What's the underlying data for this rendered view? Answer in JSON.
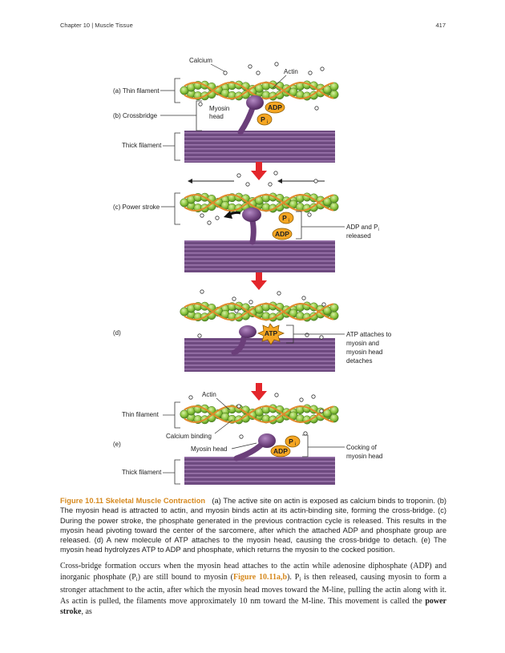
{
  "header": {
    "chapter": "Chapter 10 | Muscle Tissue",
    "page_number": "417"
  },
  "figure": {
    "panel_a_b": {
      "calcium": "Calcium",
      "actin": "Actin",
      "thin_filament": "(a) Thin filament",
      "crossbridge": "(b) Crossbridge",
      "myosin_head_line1": "Myosin",
      "myosin_head_line2": "head",
      "thick_filament": "Thick filament",
      "adp": "ADP",
      "pi": "P",
      "pi_sub": "i"
    },
    "panel_c": {
      "label": "(c) Power stroke",
      "pi": "P",
      "pi_sub": "i",
      "adp": "ADP",
      "released_line1": "ADP and P",
      "released_sub": "i",
      "released_line2": "released"
    },
    "panel_d": {
      "label": "(d)",
      "atp": "ATP",
      "note_lines": [
        "ATP attaches to",
        "myosin and",
        "myosin head",
        "detaches"
      ]
    },
    "panel_e": {
      "label": "(e)",
      "actin": "Actin",
      "thin_filament": "Thin filament",
      "calcium_binding": "Calcium binding",
      "myosin_head": "Myosin head",
      "thick_filament": "Thick filament",
      "pi": "P",
      "pi_sub": "i",
      "adp": "ADP",
      "note_lines": [
        "Cocking of",
        "myosin head"
      ]
    },
    "colors": {
      "actin": "#8dc63f",
      "tropomyosin": "#e08a2c",
      "myosin": "#6b3f7a",
      "arrow": "#e3262b",
      "badge": "#f5a623"
    }
  },
  "caption": {
    "label": "Figure 10.11 Skeletal Muscle Contraction",
    "text": "(a) The active site on actin is exposed as calcium binds to troponin. (b) The myosin head is attracted to actin, and myosin binds actin at its actin-binding site, forming the cross-bridge. (c) During the power stroke, the phosphate generated in the previous contraction cycle is released. This results in the myosin head pivoting toward the center of the sarcomere, after which the attached ADP and phosphate group are released. (d) A new molecule of ATP attaches to the myosin head, causing the cross-bridge to detach. (e) The myosin head hydrolyzes ATP to ADP and phosphate, which returns the myosin to the cocked position."
  },
  "body": {
    "p1": "Cross-bridge formation occurs when the myosin head attaches to the actin while adenosine diphosphate (ADP) and inorganic phosphate (P",
    "p_sub": "i",
    "p2": ") are still bound to myosin (",
    "link": "Figure 10.11",
    "link_bold": "a,b",
    "p3": "). P",
    "p4": " is then released, causing myosin to form a stronger attachment to the actin, after which the myosin head moves toward the M-line, pulling the actin along with it. As actin is pulled, the filaments move approximately 10 nm toward the M-line. This movement is called the ",
    "power_stroke": "power stroke",
    "p5": ", as"
  }
}
